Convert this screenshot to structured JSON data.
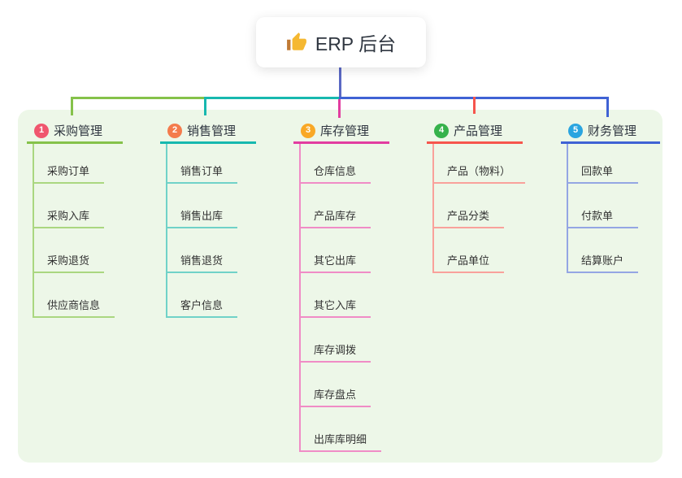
{
  "root": {
    "label": "ERP 后台",
    "icon": "thumbs-up-icon",
    "icon_color": "#f5b831",
    "icon_cuff_color": "#c07a35"
  },
  "canvas": {
    "background": "#ffffff",
    "panel_bg": "#edf7e8",
    "stem_color": "#5a68c4",
    "text_color": "#2f3640"
  },
  "branches": [
    {
      "index": "1",
      "title": "采购管理",
      "badge_color": "#f0566e",
      "line_color": "#85c24a",
      "child_line_color": "#aad780",
      "children": [
        "采购订单",
        "采购入库",
        "采购退货",
        "供应商信息"
      ]
    },
    {
      "index": "2",
      "title": "销售管理",
      "badge_color": "#f47b4c",
      "line_color": "#17b8af",
      "child_line_color": "#70d2c8",
      "children": [
        "销售订单",
        "销售出库",
        "销售退货",
        "客户信息"
      ]
    },
    {
      "index": "3",
      "title": "库存管理",
      "badge_color": "#f9a826",
      "line_color": "#e23da0",
      "child_line_color": "#f08cc6",
      "children": [
        "仓库信息",
        "产品库存",
        "其它出库",
        "其它入库",
        "库存调拨",
        "库存盘点",
        "出库库明细"
      ]
    },
    {
      "index": "4",
      "title": "产品管理",
      "badge_color": "#36b24b",
      "line_color": "#f6554d",
      "child_line_color": "#f9a19b",
      "children": [
        "产品（物料）",
        "产品分类",
        "产品单位"
      ]
    },
    {
      "index": "5",
      "title": "财务管理",
      "badge_color": "#2aa5e0",
      "line_color": "#3f62d4",
      "child_line_color": "#94a6e3",
      "children": [
        "回款单",
        "付款单",
        "结算账户"
      ]
    }
  ]
}
